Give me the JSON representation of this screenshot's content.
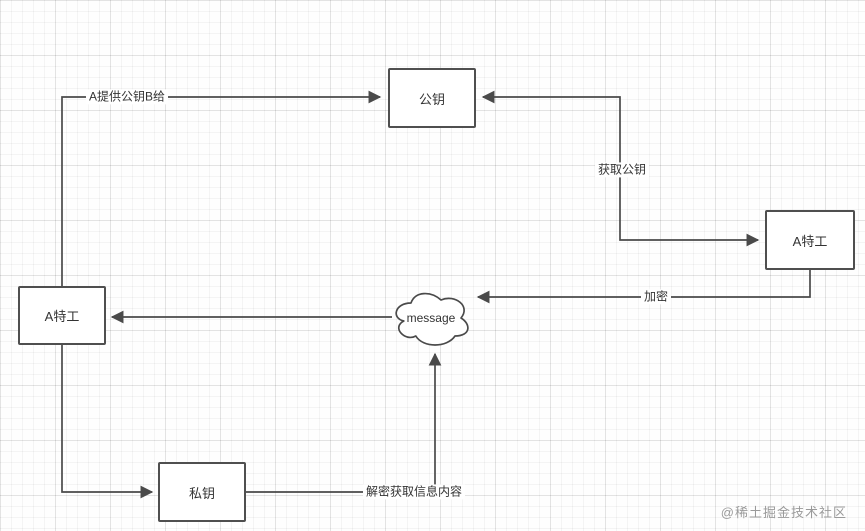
{
  "diagram": {
    "nodes": {
      "public_key": {
        "label": "公钥"
      },
      "agent_b": {
        "label": "A特工"
      },
      "agent_a": {
        "label": "A特工"
      },
      "private_key": {
        "label": "私钥"
      },
      "message": {
        "label": "message"
      }
    },
    "edges": {
      "provide_key": {
        "label": "A提供公钥B给"
      },
      "fetch_key": {
        "label": "获取公钥"
      },
      "encrypt": {
        "label": "加密"
      },
      "decrypt": {
        "label": "解密获取信息内容"
      }
    },
    "colors": {
      "stroke": "#4a4a4a",
      "node_fill": "#ffffff",
      "text": "#333333",
      "watermark": "#9a9a9a"
    }
  },
  "watermark": {
    "text": "@稀土掘金技术社区"
  }
}
